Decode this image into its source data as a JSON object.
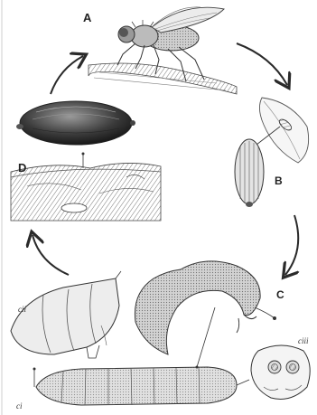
{
  "labels": {
    "stage_a": "A",
    "stage_b": "B",
    "stage_c": "C",
    "stage_d": "D",
    "sub_i": "ci",
    "sub_ii": "cii",
    "sub_iii": "ciii"
  },
  "colors": {
    "ink": "#2a2a2a",
    "shade": "#6b6b6b",
    "paper": "#ffffff"
  }
}
